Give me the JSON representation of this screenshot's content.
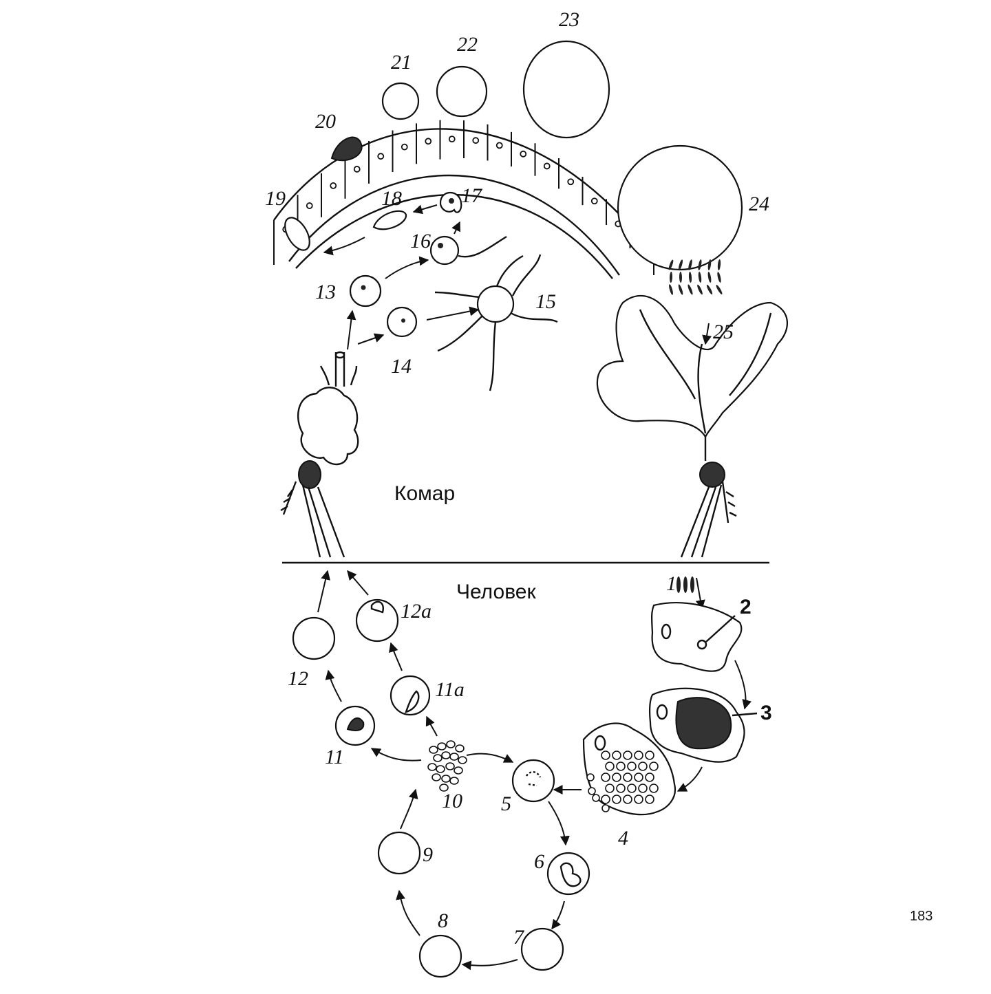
{
  "hosts": {
    "mosquito": "Комар",
    "human": "Человек"
  },
  "page_number": "183",
  "stage_labels": [
    "1",
    "2",
    "3",
    "4",
    "5",
    "6",
    "7",
    "8",
    "9",
    "10",
    "11",
    "11a",
    "12",
    "12a",
    "13",
    "14",
    "15",
    "16",
    "17",
    "18",
    "19",
    "20",
    "21",
    "22",
    "23",
    "24",
    "25"
  ]
}
